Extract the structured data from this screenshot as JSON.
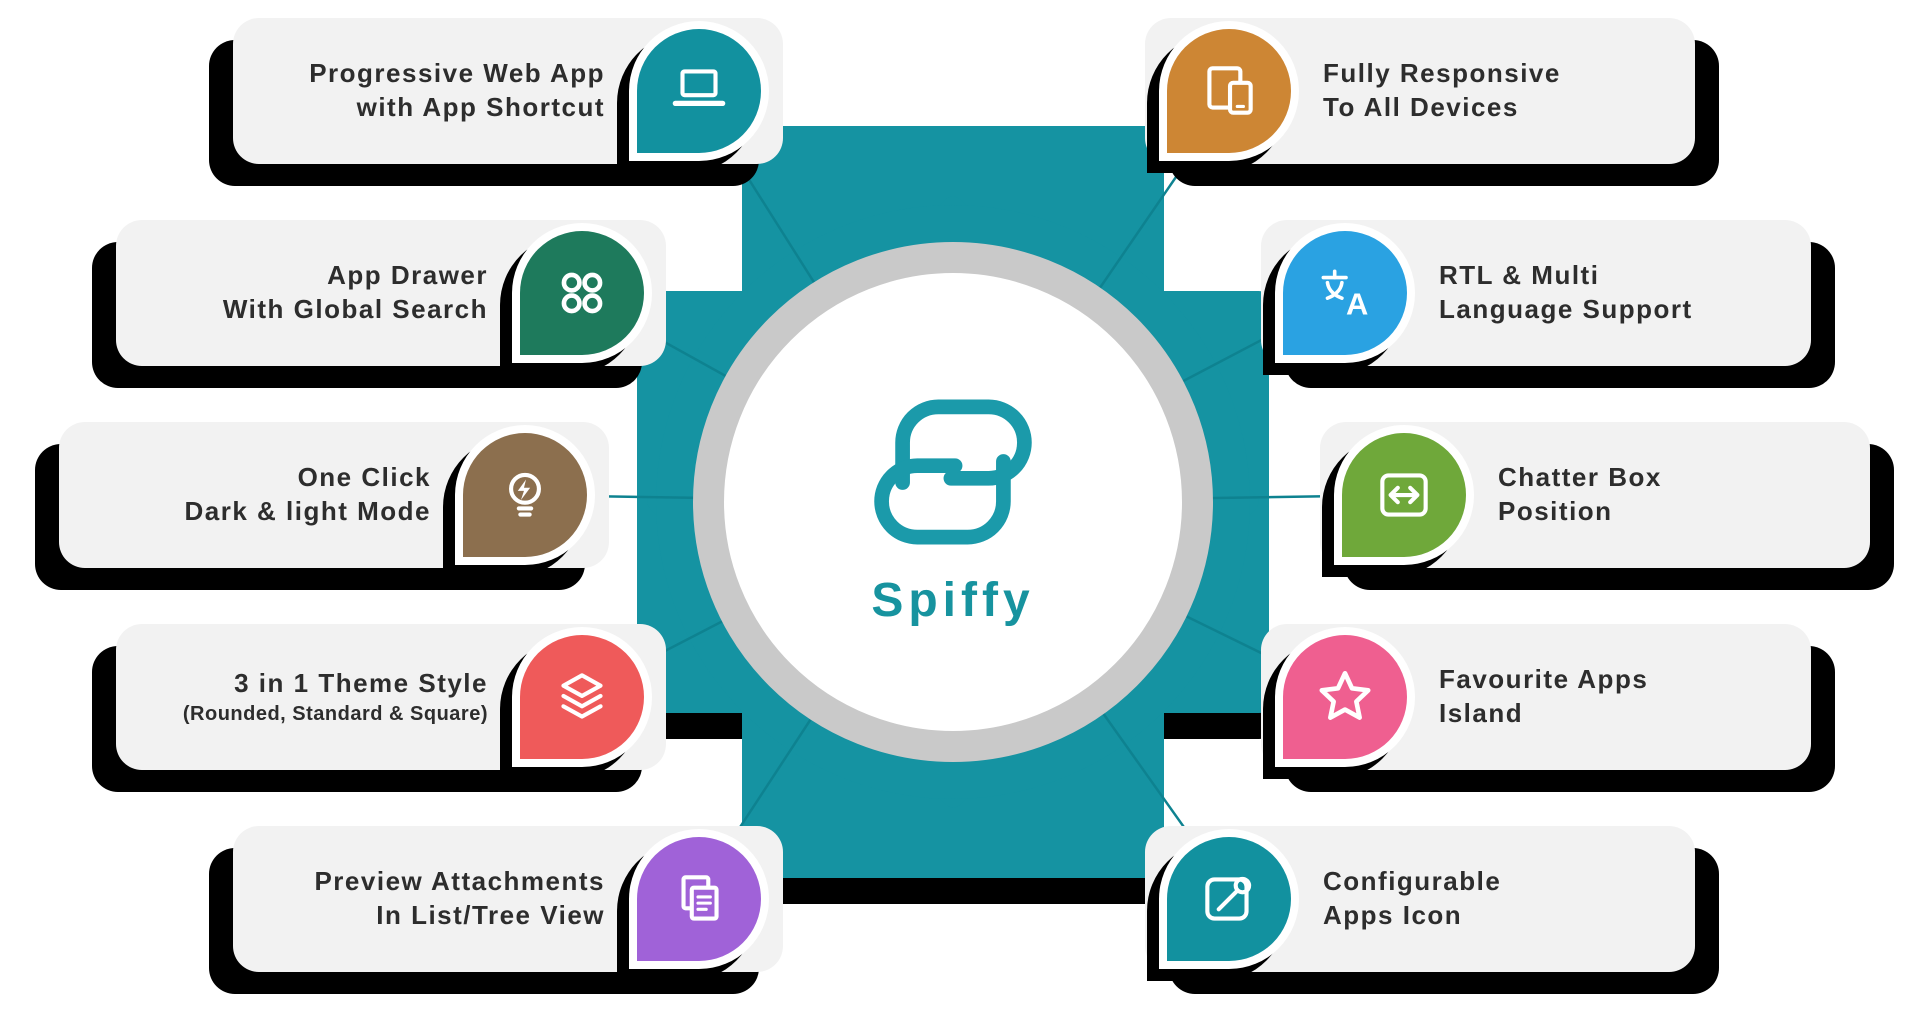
{
  "center": {
    "app_name": "Spiffy",
    "logo": "spiffy-s-logo",
    "accent_color": "#1593a2",
    "ring_color": "#c9c9c9"
  },
  "palette": {
    "teal": "#12919f",
    "green": "#1e7a5c",
    "brown": "#8c6f4e",
    "red": "#ef5a5a",
    "purple": "#a062d8",
    "orange": "#cd8634",
    "blue": "#2aa2e2",
    "lime": "#6fa83a",
    "pink": "#ef5f90",
    "card_bg": "#f2f2f2",
    "shadow": "#000000",
    "text": "#2d2d2d"
  },
  "features_left": [
    {
      "line1": "Progressive Web App",
      "line2": "with App Shortcut",
      "icon": "laptop-icon",
      "color": "#12919f"
    },
    {
      "line1": "App Drawer",
      "line2": "With Global Search",
      "icon": "app-grid-icon",
      "color": "#1e7a5c"
    },
    {
      "line1": "One Click",
      "line2": "Dark & light Mode",
      "icon": "bulb-flash-icon",
      "color": "#8c6f4e"
    },
    {
      "line1": "3 in 1 Theme Style",
      "line2": "(Rounded, Standard & Square)",
      "icon": "layers-icon",
      "color": "#ef5a5a"
    },
    {
      "line1": "Preview Attachments",
      "line2": "In List/Tree View",
      "icon": "documents-icon",
      "color": "#a062d8"
    }
  ],
  "features_right": [
    {
      "line1": "Fully Responsive",
      "line2": "To All Devices",
      "icon": "devices-icon",
      "color": "#cd8634"
    },
    {
      "line1": "RTL & Multi",
      "line2": "Language Support",
      "icon": "translate-icon",
      "color": "#2aa2e2"
    },
    {
      "line1": "Chatter Box",
      "line2": "Position",
      "icon": "chatter-arrows-icon",
      "color": "#6fa83a"
    },
    {
      "line1": "Favourite Apps",
      "line2": "Island",
      "icon": "star-icon",
      "color": "#ef5f90"
    },
    {
      "line1": "Configurable",
      "line2": "Apps Icon",
      "icon": "configure-icon",
      "color": "#12919f"
    }
  ]
}
